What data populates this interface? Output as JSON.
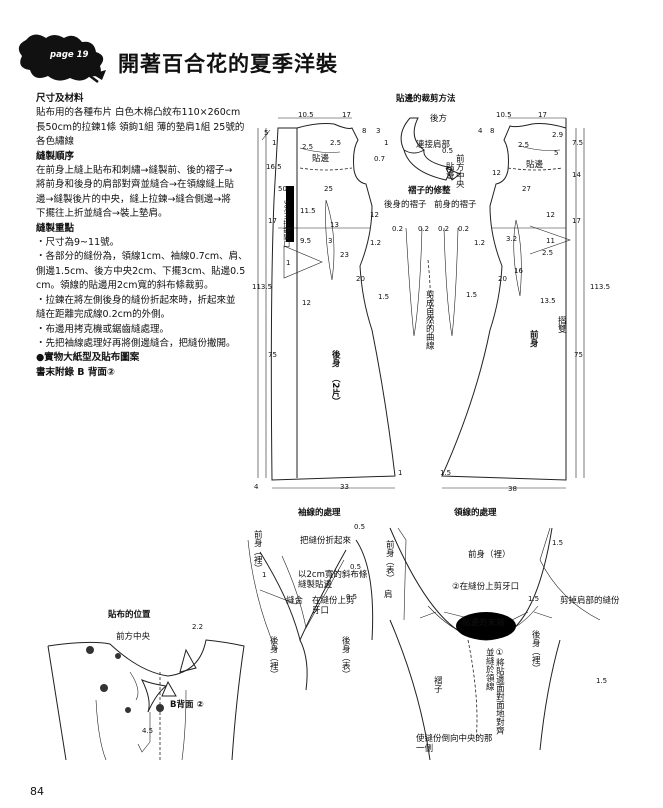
{
  "header": {
    "badge_label": "page 19",
    "title": "開著百合花的夏季洋裝"
  },
  "instructions": {
    "materials_heading": "尺寸及材料",
    "materials": [
      "貼布用的各種布片 白色木棉凸紋布110×260cm",
      "長50cm的拉鍊1條 領鉤1組 薄的墊肩1組 25號的",
      "各色繡線"
    ],
    "sewing_order_heading": "縫製順序",
    "sewing_order": [
      "在前身上縫上貼布和刺繡→縫製前、後的褶子→",
      "將前身和後身的肩部對齊並縫合→在領線縫上貼",
      "邊→縫製後片的中央，縫上拉鍊→縫合側邊→將",
      "下擺往上折並縫合→裝上墊肩。"
    ],
    "points_heading": "縫製重點",
    "points": [
      {
        "lines": [
          "尺寸為9~11號。"
        ]
      },
      {
        "lines": [
          "各部分的縫份為，領線1cm、袖線0.7cm、肩、",
          "側邊1.5cm、後方中央2cm、下擺3cm、貼邊0.5",
          "cm。領線的貼邊用2cm寬的斜布條裁剪。"
        ]
      },
      {
        "lines": [
          "拉鍊在將左側後身的縫份折起來時，折起來並",
          "縫在距離完成線0.2cm的外側。"
        ]
      },
      {
        "lines": [
          "布邊用拷克機或鋸齒縫處理。"
        ]
      },
      {
        "lines": [
          "先把袖線處理好再將側邊縫合，把縫份撇開。"
        ]
      }
    ],
    "point_bullet": "・",
    "pattern_note": "●實物大紙型及貼布圖案",
    "pattern_ref": "書末附錄 B 背面②"
  },
  "diagram": {
    "facing_cut_title": "貼邊的裁剪方法",
    "facing_labels": {
      "back": "後方",
      "join": "連接肩部",
      "front_center": "前方中央",
      "facing_v": "貼邊",
      "ease": "0.5"
    },
    "back_piece": {
      "label_a": "後身",
      "label_b": "（2片）",
      "facing": "貼邊",
      "zipper": "50cm拉鍊開口",
      "dims": {
        "w_top": "10.5",
        "w_mid": "17",
        "d8": "8",
        "d3": "3",
        "d1": "1",
        "d25a": "2.5",
        "d25b": "2.5",
        "d07": "0.7",
        "d165": "16.5",
        "d50": "50",
        "d25": "25",
        "d17": "17",
        "d115": "11.5",
        "d12": "12",
        "d13": "13",
        "d95": "9.5",
        "d3b": "3",
        "d23": "23",
        "d20": "20",
        "d15": "1.5",
        "d1135": "113.5",
        "d12b": "12",
        "d75": "75",
        "d1b": "1",
        "d4": "4",
        "d33": "33",
        "d5": "5",
        "d1c": "1"
      }
    },
    "front_piece": {
      "label": "前身",
      "facing": "貼邊",
      "fold": "摺雙",
      "dims": {
        "w_top": "10.5",
        "w_mid": "17",
        "d4": "4",
        "d8": "8",
        "d29": "2.9",
        "d75": "7.5",
        "d25": "2.5",
        "d5": "5",
        "d14": "14",
        "d12": "12",
        "d27": "27",
        "d17": "17",
        "d12b": "12",
        "d32": "3.2",
        "d11": "11",
        "d25b": "2.5",
        "d16": "16",
        "d20": "20",
        "d1135": "113.5",
        "d15": "1.5",
        "d135": "13.5",
        "d75b": "75",
        "d38": "38",
        "d1": "1",
        "d15b": "1.5"
      }
    },
    "dart_title": "褶子的修整",
    "dart_back": "後身的褶子",
    "dart_front": "前身的褶子",
    "dart_curve": "剪成自然的曲線",
    "dart_dims": {
      "a": "0.2",
      "b": "0.2",
      "c": "0.2",
      "d": "0.2",
      "e": "1.2",
      "f": "1.2"
    },
    "sleeve_title": "袖線的處理",
    "sleeve_labels": {
      "front": "前身（裡）",
      "fold_seam": "把縫份折起來",
      "bias": "以2cm寬的斜布條縫製貼邊",
      "seam": "縫合",
      "on_seam": "在縫份上剪牙口",
      "back_front": "前身（表）",
      "back": "後身（表）",
      "back_in": "後身（裡）",
      "shoulder": "肩",
      "d05a": "0.5",
      "d05b": "0.5",
      "d1": "1",
      "d05c": "0.5"
    },
    "neck_title": "領線的處理",
    "neck_labels": {
      "front_in": "前身（裡）",
      "cut": "②在縫份上剪牙口",
      "trim": "剪掉肩部的縫份",
      "facing_end": "貼邊的末端",
      "step1": "①將貼邊面對面地對齊並縫於領線",
      "fold_center": "使縫份倒向中央的那一側",
      "dart": "褶子",
      "back_in": "後身（裡）",
      "d15": "1.5",
      "d15b": "1.5",
      "d15c": "1.5"
    },
    "applique_title": "貼布的位置",
    "applique_labels": {
      "front_center": "前方中央",
      "d22": "2.2",
      "d45": "4.5",
      "ref": "B背面 ②"
    }
  },
  "page_number": "84"
}
